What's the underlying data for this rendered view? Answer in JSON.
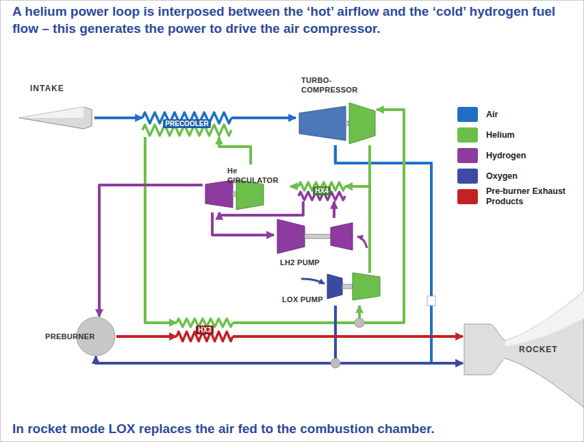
{
  "diagram": {
    "title": "A helium power loop is interposed between the ‘hot’ airflow and the ‘cold’ hydrogen fuel flow – this generates the power to drive the air compressor.",
    "caption": "In rocket mode LOX replaces the air fed to the combustion chamber.",
    "nodes": [
      {
        "text": [
          "INTAKE"
        ]
      },
      {
        "text": [
          "PRECOOLER"
        ]
      },
      {
        "text": [
          "TURBO- COMPRESSOR"
        ]
      },
      {
        "text": [
          "He CIRCULATOR"
        ]
      },
      {
        "text": [
          "HX4"
        ]
      },
      {
        "text": [
          "LH2 PUMP"
        ]
      },
      {
        "text": [
          "LOX PUMP"
        ]
      },
      {
        "text": [
          "PREBURNER"
        ]
      },
      {
        "text": [
          "HX3"
        ]
      },
      {
        "text": [
          "ROCKET"
        ]
      }
    ],
    "edges": [
      {
        "from": 0,
        "to": 1,
        "arrow": "to"
      },
      {
        "from": 1,
        "to": 2,
        "arrow": "to"
      },
      {
        "from": 2,
        "to": 9,
        "arrow": "to"
      },
      {
        "from": 2,
        "to": 7,
        "arrow": "to"
      },
      {
        "from": 8,
        "to": 2,
        "arrow": "to"
      },
      {
        "from": 2,
        "to": 4,
        "arrow": "to"
      },
      {
        "from": 4,
        "to": 3,
        "arrow": "to"
      },
      {
        "from": 3,
        "to": 1,
        "arrow": "to"
      },
      {
        "from": 1,
        "to": 8,
        "arrow": "to"
      },
      {
        "from": 8,
        "to": 6,
        "arrow": "to"
      },
      {
        "from": 6,
        "to": 4,
        "arrow": "to"
      },
      {
        "from": 5,
        "to": 4,
        "arrow": "to"
      },
      {
        "from": 4,
        "to": 3,
        "arrow": "to"
      },
      {
        "from": 3,
        "to": 5,
        "arrow": "to"
      },
      {
        "from": 3,
        "to": 7,
        "arrow": "to"
      },
      {
        "from": 6,
        "to": 9,
        "arrow": "to"
      },
      {
        "from": 6,
        "to": 7,
        "arrow": "to"
      },
      {
        "from": 7,
        "to": 8,
        "arrow": "to"
      },
      {
        "from": 8,
        "to": 9,
        "arrow": "to"
      }
    ],
    "legend": [
      {
        "text": "Air",
        "color": "#1f6fc5"
      },
      {
        "text": "Helium",
        "color": "#6cbf4b"
      },
      {
        "text": "Hydrogen",
        "color": "#8e3b9f"
      },
      {
        "text": "Oxygen",
        "color": "#3b4ba3"
      },
      {
        "text": "Pre-burner Exhaust Products",
        "color": "#c42026"
      }
    ]
  }
}
